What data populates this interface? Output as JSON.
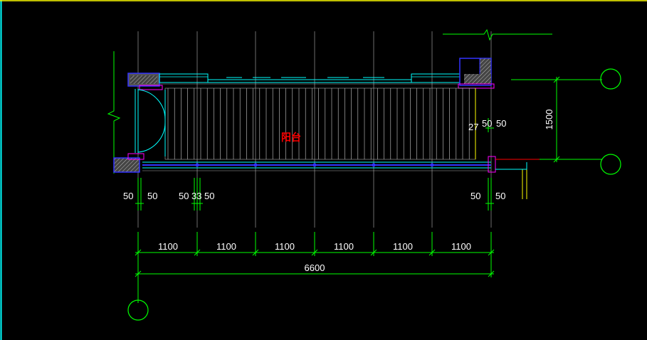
{
  "colors": {
    "background": "#000000",
    "dimension": "#00ff00",
    "wall": "#00ffff",
    "cyan": "#00ffff",
    "magenta": "#ff00ff",
    "blue": "#3333ff",
    "yellow": "#ffff00",
    "red": "#ff0000",
    "white": "#ffffff",
    "grey": "#aaaaaa",
    "frame_left": "#00ffff",
    "frame_top": "#ffff00"
  },
  "room_label": "阳台",
  "dims": {
    "bays": [
      "1100",
      "1100",
      "1100",
      "1100",
      "1100",
      "1100"
    ],
    "total": "6600",
    "height": "1500",
    "wall_left_a": "50",
    "wall_left_b": "50",
    "wall_mid_a": "50",
    "wall_mid_b": "33",
    "wall_mid_c": "50",
    "wall_right_a": "50",
    "wall_right_b": "50",
    "right_a": "27",
    "right_b": "50",
    "right_c": "50"
  }
}
